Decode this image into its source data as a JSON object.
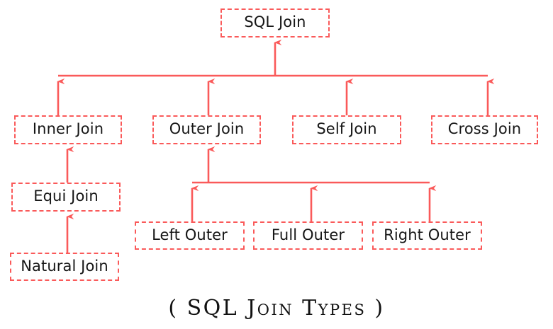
{
  "diagram": {
    "type": "hierarchy-tree",
    "title_caption": "( SQL Join Types )",
    "colors": {
      "border": "#fa5a5a",
      "connector": "#fa5a5a",
      "text": "#161616",
      "background": "#ffffff",
      "caption_text": "#111111"
    },
    "root": {
      "label": "SQL Join"
    },
    "level2": [
      {
        "label": "Inner Join"
      },
      {
        "label": "Outer Join"
      },
      {
        "label": "Self Join"
      },
      {
        "label": "Cross Join"
      }
    ],
    "inner_join_children": [
      {
        "label": "Equi Join"
      }
    ],
    "equi_join_children": [
      {
        "label": "Natural Join"
      }
    ],
    "outer_join_children": [
      {
        "label": "Left Outer"
      },
      {
        "label": "Full Outer"
      },
      {
        "label": "Right Outer"
      }
    ]
  }
}
